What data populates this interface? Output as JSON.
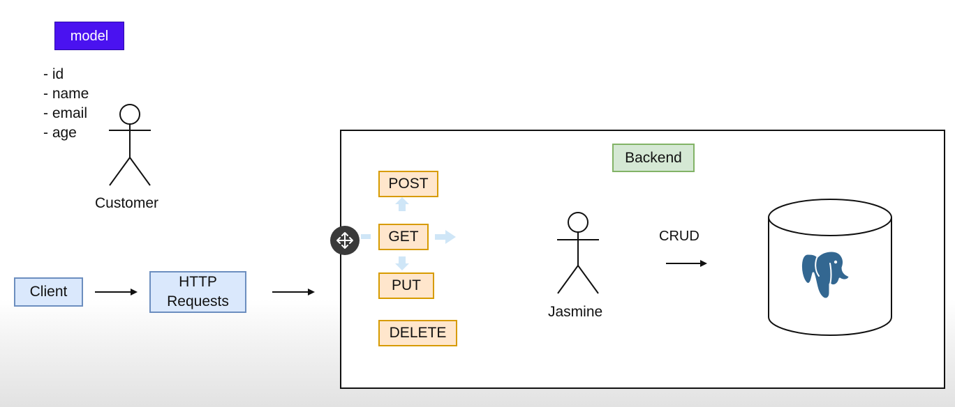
{
  "model": {
    "badge": "model",
    "attributes": [
      "- id",
      "- name",
      "- email",
      "- age"
    ]
  },
  "actors": {
    "customer": "Customer",
    "service": "Jasmine"
  },
  "flow": {
    "client": "Client",
    "http_line1": "HTTP",
    "http_line2": "Requests"
  },
  "backend": {
    "title": "Backend",
    "verbs": [
      "POST",
      "GET",
      "PUT",
      "DELETE"
    ],
    "crud": "CRUD",
    "database_icon": "postgresql-elephant-icon"
  },
  "colors": {
    "model_badge": "#4a12f0",
    "client_fill": "#dae8fc",
    "client_border": "#6c8ebf",
    "backend_fill": "#d5e8d4",
    "backend_border": "#82b366",
    "verb_fill": "#ffe6cc",
    "verb_border": "#d79b00",
    "postgres_blue": "#336791"
  }
}
